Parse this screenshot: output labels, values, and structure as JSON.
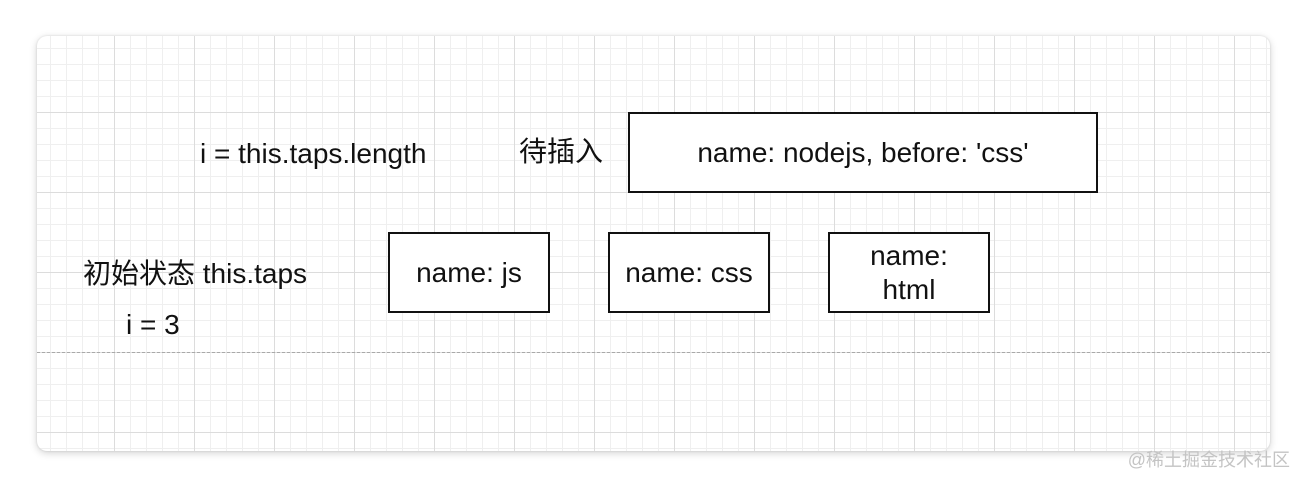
{
  "diagram": {
    "index_label": "i = this.taps.length",
    "pending_label": "待插入",
    "pending_box": "name: nodejs, before: 'css'",
    "initial_label": "初始状态 this.taps",
    "initial_index": "i = 3",
    "taps": [
      {
        "text": "name: js"
      },
      {
        "text": "name: css"
      },
      {
        "text": "name: html"
      }
    ]
  },
  "watermark": "@稀土掘金技术社区"
}
